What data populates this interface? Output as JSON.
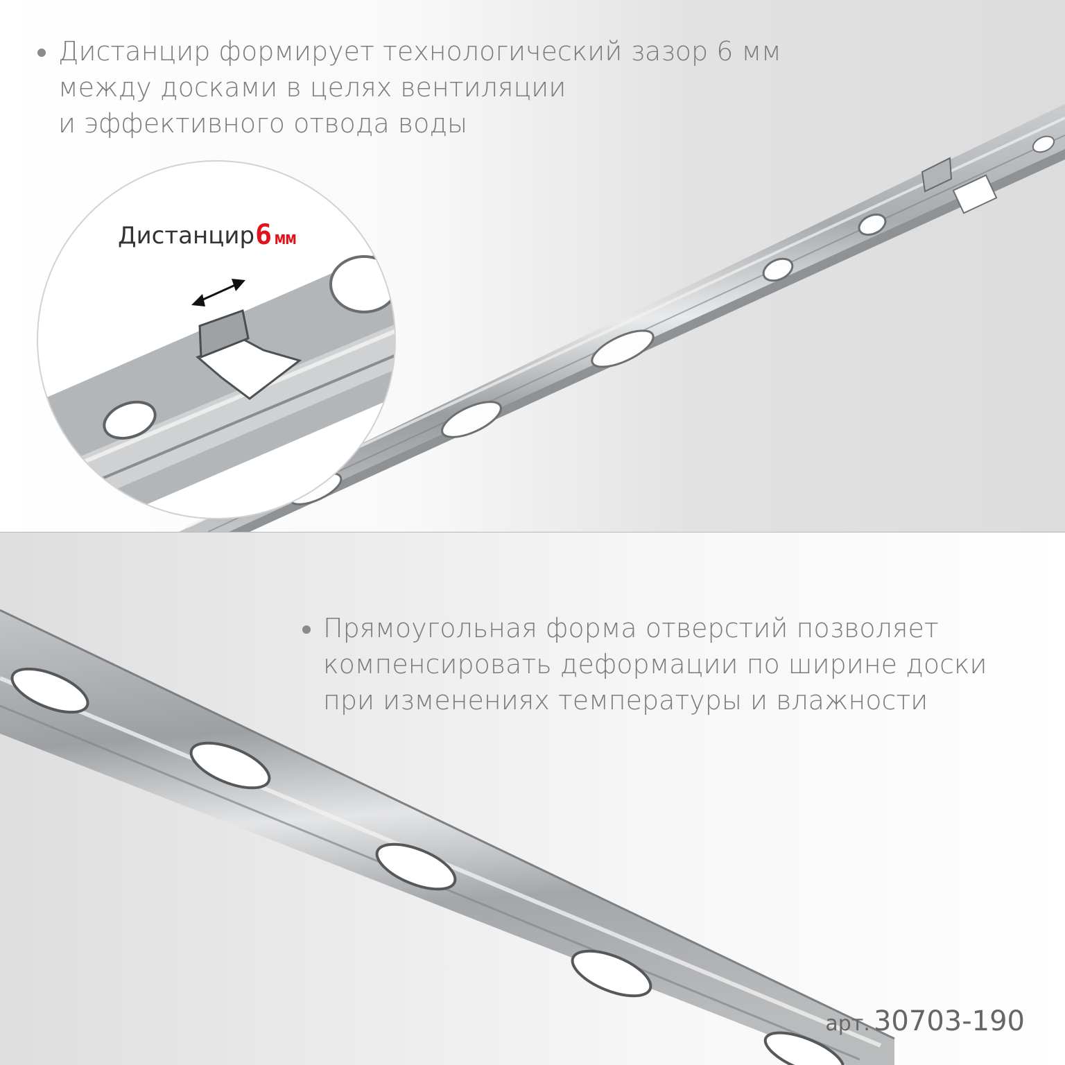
{
  "feature_1": {
    "lines": [
      "Дистанцир формирует технологический зазор 6 мм",
      "между досками в целях вентиляции",
      "и эффективного отвода воды"
    ]
  },
  "callout": {
    "label": "Дистанцир",
    "size_value": "6",
    "size_unit": "мм"
  },
  "feature_2": {
    "lines": [
      "Прямоугольная форма отверстий позволяет",
      "компенсировать деформации по ширине доски",
      "при изменениях температуры и влажности"
    ]
  },
  "article": {
    "prefix": "арт.",
    "number": "30703-190"
  },
  "colors": {
    "accent": "#e0121b",
    "text": "#7b7b7b",
    "metal": "#b9bcbf"
  },
  "icons": {
    "callout_arrow": "double-arrow-icon"
  }
}
